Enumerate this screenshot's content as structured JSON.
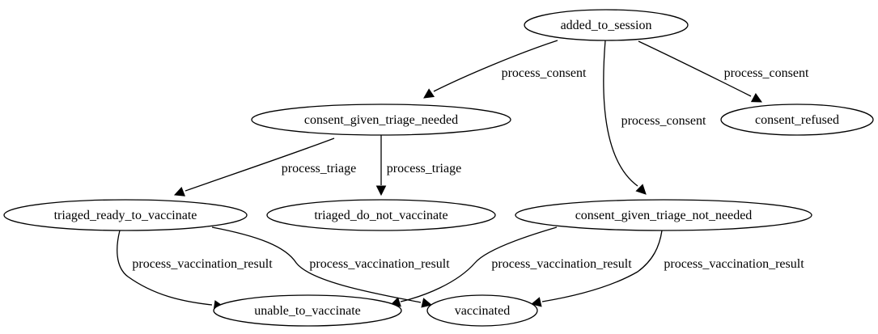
{
  "diagram": {
    "type": "state-machine",
    "nodes": [
      {
        "id": "added_to_session",
        "label": "added_to_session"
      },
      {
        "id": "consent_given_triage_needed",
        "label": "consent_given_triage_needed"
      },
      {
        "id": "consent_refused",
        "label": "consent_refused"
      },
      {
        "id": "triaged_ready_to_vaccinate",
        "label": "triaged_ready_to_vaccinate"
      },
      {
        "id": "triaged_do_not_vaccinate",
        "label": "triaged_do_not_vaccinate"
      },
      {
        "id": "consent_given_triage_not_needed",
        "label": "consent_given_triage_not_needed"
      },
      {
        "id": "unable_to_vaccinate",
        "label": "unable_to_vaccinate"
      },
      {
        "id": "vaccinated",
        "label": "vaccinated"
      }
    ],
    "edges": [
      {
        "from": "added_to_session",
        "to": "consent_given_triage_needed",
        "label": "process_consent"
      },
      {
        "from": "added_to_session",
        "to": "consent_given_triage_not_needed",
        "label": "process_consent"
      },
      {
        "from": "added_to_session",
        "to": "consent_refused",
        "label": "process_consent"
      },
      {
        "from": "consent_given_triage_needed",
        "to": "triaged_ready_to_vaccinate",
        "label": "process_triage"
      },
      {
        "from": "consent_given_triage_needed",
        "to": "triaged_do_not_vaccinate",
        "label": "process_triage"
      },
      {
        "from": "triaged_ready_to_vaccinate",
        "to": "unable_to_vaccinate",
        "label": "process_vaccination_result"
      },
      {
        "from": "triaged_ready_to_vaccinate",
        "to": "vaccinated",
        "label": "process_vaccination_result"
      },
      {
        "from": "consent_given_triage_not_needed",
        "to": "unable_to_vaccinate",
        "label": "process_vaccination_result"
      },
      {
        "from": "consent_given_triage_not_needed",
        "to": "vaccinated",
        "label": "process_vaccination_result"
      }
    ]
  }
}
